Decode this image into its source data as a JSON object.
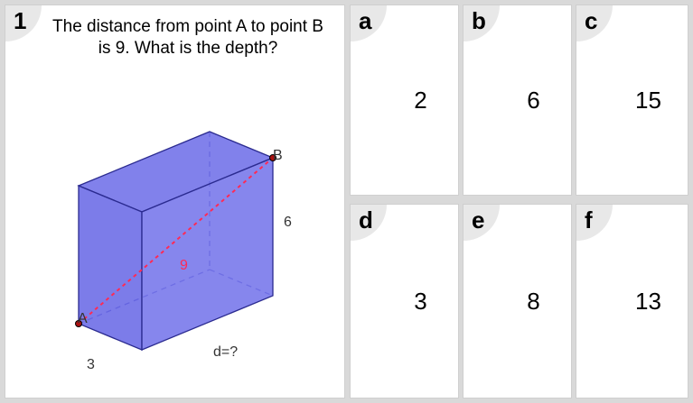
{
  "question": {
    "number": "1",
    "text": "The distance from point A to point B is 9. What is the depth?",
    "diagram": {
      "point_a": "A",
      "point_b": "B",
      "diagonal": "9",
      "height": "6",
      "width": "3",
      "depth": "d=?",
      "box_color": "#7070e8",
      "diagonal_color": "#ff2a55"
    }
  },
  "answers": [
    {
      "letter": "a",
      "value": "2"
    },
    {
      "letter": "b",
      "value": "6"
    },
    {
      "letter": "c",
      "value": "15"
    },
    {
      "letter": "d",
      "value": "3"
    },
    {
      "letter": "e",
      "value": "8"
    },
    {
      "letter": "f",
      "value": "13"
    }
  ]
}
